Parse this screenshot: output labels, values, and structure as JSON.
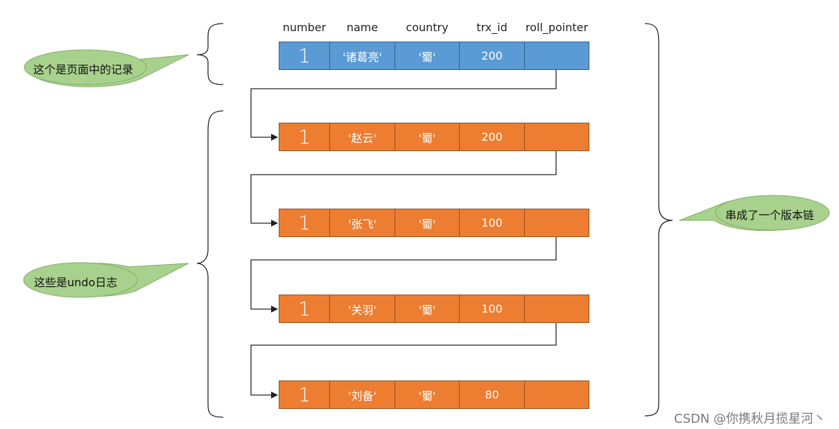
{
  "columns": [
    "number",
    "name",
    "country",
    "trx_id",
    "roll_pointer"
  ],
  "page_record": {
    "number": "1",
    "name": "'诸葛亮'",
    "country": "'蜀'",
    "trx_id": "200"
  },
  "undo_records": [
    {
      "number": "1",
      "name": "'赵云'",
      "country": "'蜀'",
      "trx_id": "200"
    },
    {
      "number": "1",
      "name": "'张飞'",
      "country": "'蜀'",
      "trx_id": "100"
    },
    {
      "number": "1",
      "name": "'关羽'",
      "country": "'蜀'",
      "trx_id": "100"
    },
    {
      "number": "1",
      "name": "'刘备'",
      "country": "'蜀'",
      "trx_id": "80"
    }
  ],
  "callouts": {
    "page_record": "这个是页面中的记录",
    "undo_logs": "这些是undo日志",
    "version_chain": "串成了一个版本链"
  },
  "watermark": "CSDN @你携秋月揽星河丶",
  "colors": {
    "page_record_fill": "#5b9bd5",
    "undo_record_fill": "#ed7d31",
    "callout_fill": "#a9d18e",
    "line": "#222222"
  }
}
